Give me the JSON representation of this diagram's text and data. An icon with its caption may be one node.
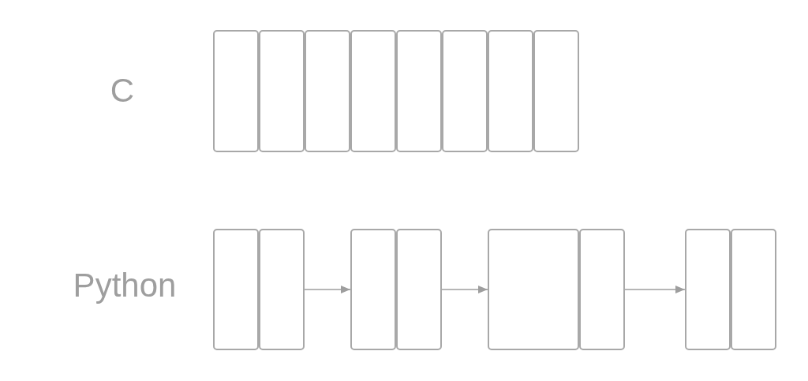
{
  "diagram": {
    "nodes": [
      {
        "text": [],
        "shape": "box"
      },
      {
        "text": [],
        "shape": "box"
      },
      {
        "text": [],
        "shape": "box"
      },
      {
        "text": [],
        "shape": "box"
      },
      {
        "text": [],
        "shape": "box"
      },
      {
        "text": [],
        "shape": "box"
      },
      {
        "text": [],
        "shape": "box"
      },
      {
        "text": [],
        "shape": "box"
      },
      {
        "text": [],
        "shape": "box"
      },
      {
        "text": [],
        "shape": "box"
      },
      {
        "text": [],
        "shape": "box"
      },
      {
        "text": [],
        "shape": "box"
      },
      {
        "text": [],
        "shape": "box"
      },
      {
        "text": [],
        "shape": "box"
      },
      {
        "text": [],
        "shape": "box"
      },
      {
        "text": [],
        "shape": "box"
      }
    ],
    "edges": [
      {
        "from": 9,
        "to": 10,
        "arrow": "to"
      },
      {
        "from": 11,
        "to": 12,
        "arrow": "to"
      },
      {
        "from": 13,
        "to": 14,
        "arrow": "to"
      }
    ],
    "labels": [
      "C",
      "Python"
    ]
  }
}
